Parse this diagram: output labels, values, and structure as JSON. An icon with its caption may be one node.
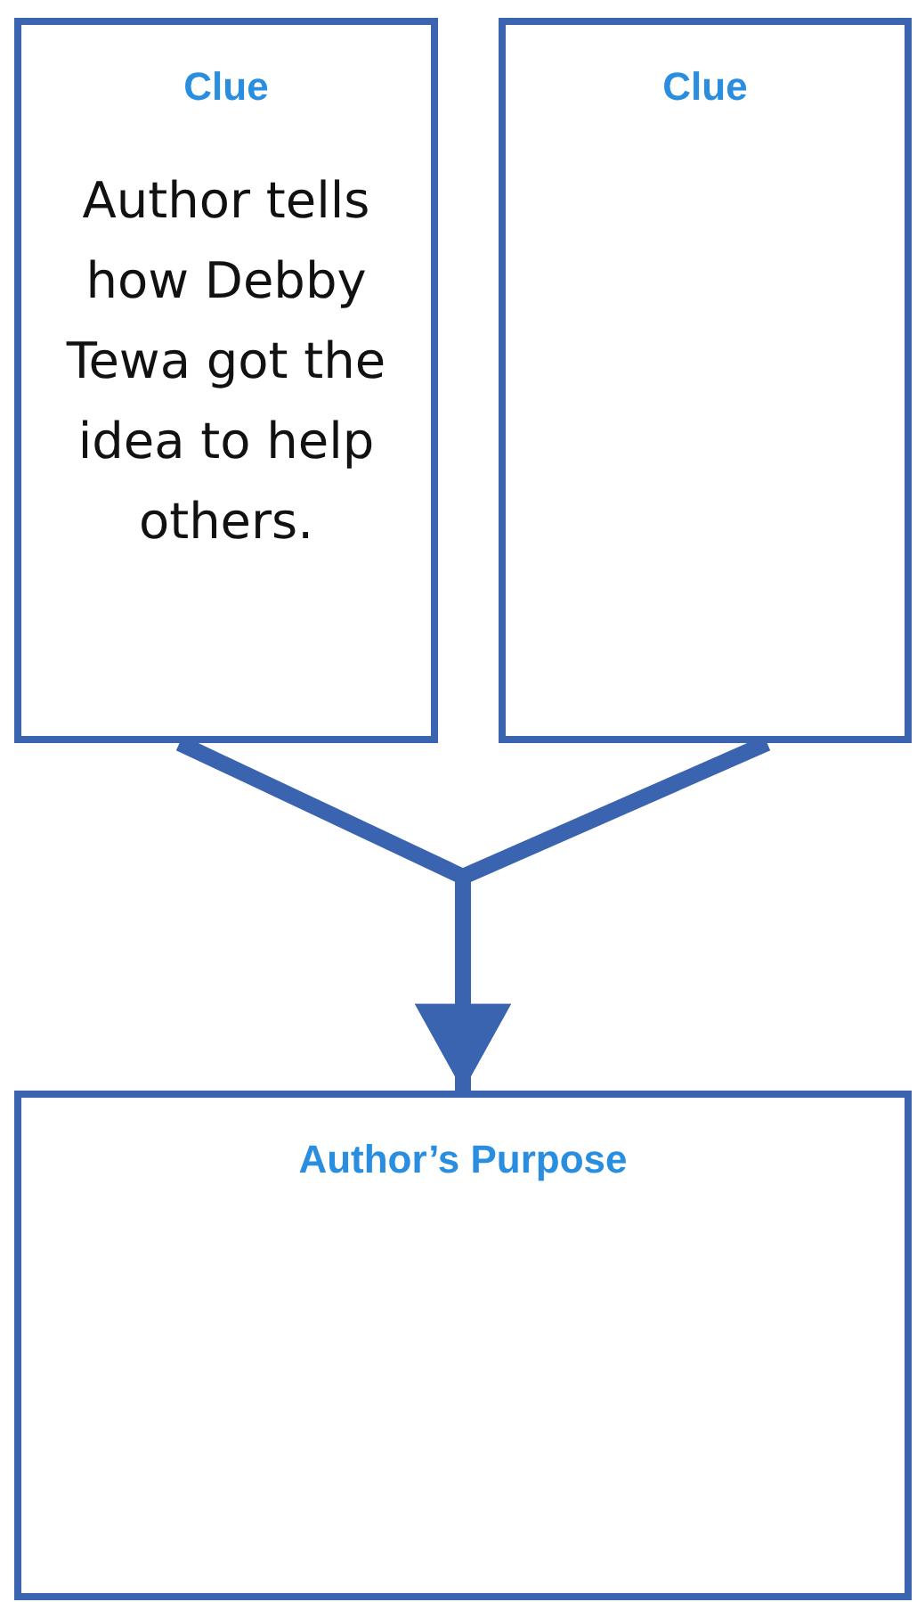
{
  "diagram": {
    "nodes": [
      {
        "text": [
          "Clue",
          "Author tells how Debby Tewa got the idea to help others."
        ]
      },
      {
        "text": [
          "Clue"
        ]
      },
      {
        "text": [
          "Author’s Purpose"
        ]
      }
    ],
    "edges": [
      {
        "from": 0,
        "to": 2,
        "arrow": "to"
      },
      {
        "from": 1,
        "to": 2,
        "arrow": "to"
      }
    ]
  }
}
